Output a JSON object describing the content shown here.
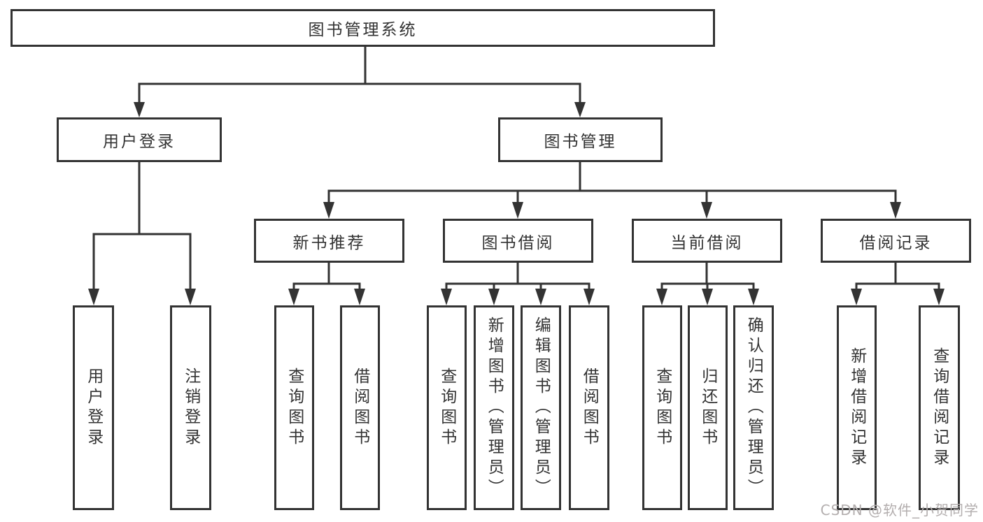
{
  "colors": {
    "line": "#333333",
    "box_border": "#333333",
    "box_fill": "#ffffff",
    "text": "#333333",
    "watermark": "#b3aeae",
    "background": "#ffffff"
  },
  "watermark": {
    "text": "CSDN @软件_小贺同学"
  },
  "root": {
    "label": "图书管理系统"
  },
  "level2": [
    {
      "label": "用户登录"
    },
    {
      "label": "图书管理"
    }
  ],
  "level3": [
    {
      "label": "新书推荐",
      "parent": "图书管理"
    },
    {
      "label": "图书借阅",
      "parent": "图书管理"
    },
    {
      "label": "当前借阅",
      "parent": "图书管理"
    },
    {
      "label": "借阅记录",
      "parent": "图书管理"
    }
  ],
  "leaves": [
    {
      "label": "用户登录",
      "parent": "用户登录"
    },
    {
      "label": "注销登录",
      "parent": "用户登录"
    },
    {
      "label": "查询图书",
      "parent": "新书推荐"
    },
    {
      "label": "借阅图书",
      "parent": "新书推荐"
    },
    {
      "label": "查询图书",
      "parent": "图书借阅"
    },
    {
      "label": "新增图书（管理员）",
      "parent": "图书借阅"
    },
    {
      "label": "编辑图书（管理员）",
      "parent": "图书借阅"
    },
    {
      "label": "借阅图书",
      "parent": "图书借阅"
    },
    {
      "label": "查询图书",
      "parent": "当前借阅"
    },
    {
      "label": "归还图书",
      "parent": "当前借阅"
    },
    {
      "label": "确认归还（管理员）",
      "parent": "当前借阅"
    },
    {
      "label": "新增借阅记录",
      "parent": "借阅记录"
    },
    {
      "label": "查询借阅记录",
      "parent": "借阅记录"
    }
  ]
}
